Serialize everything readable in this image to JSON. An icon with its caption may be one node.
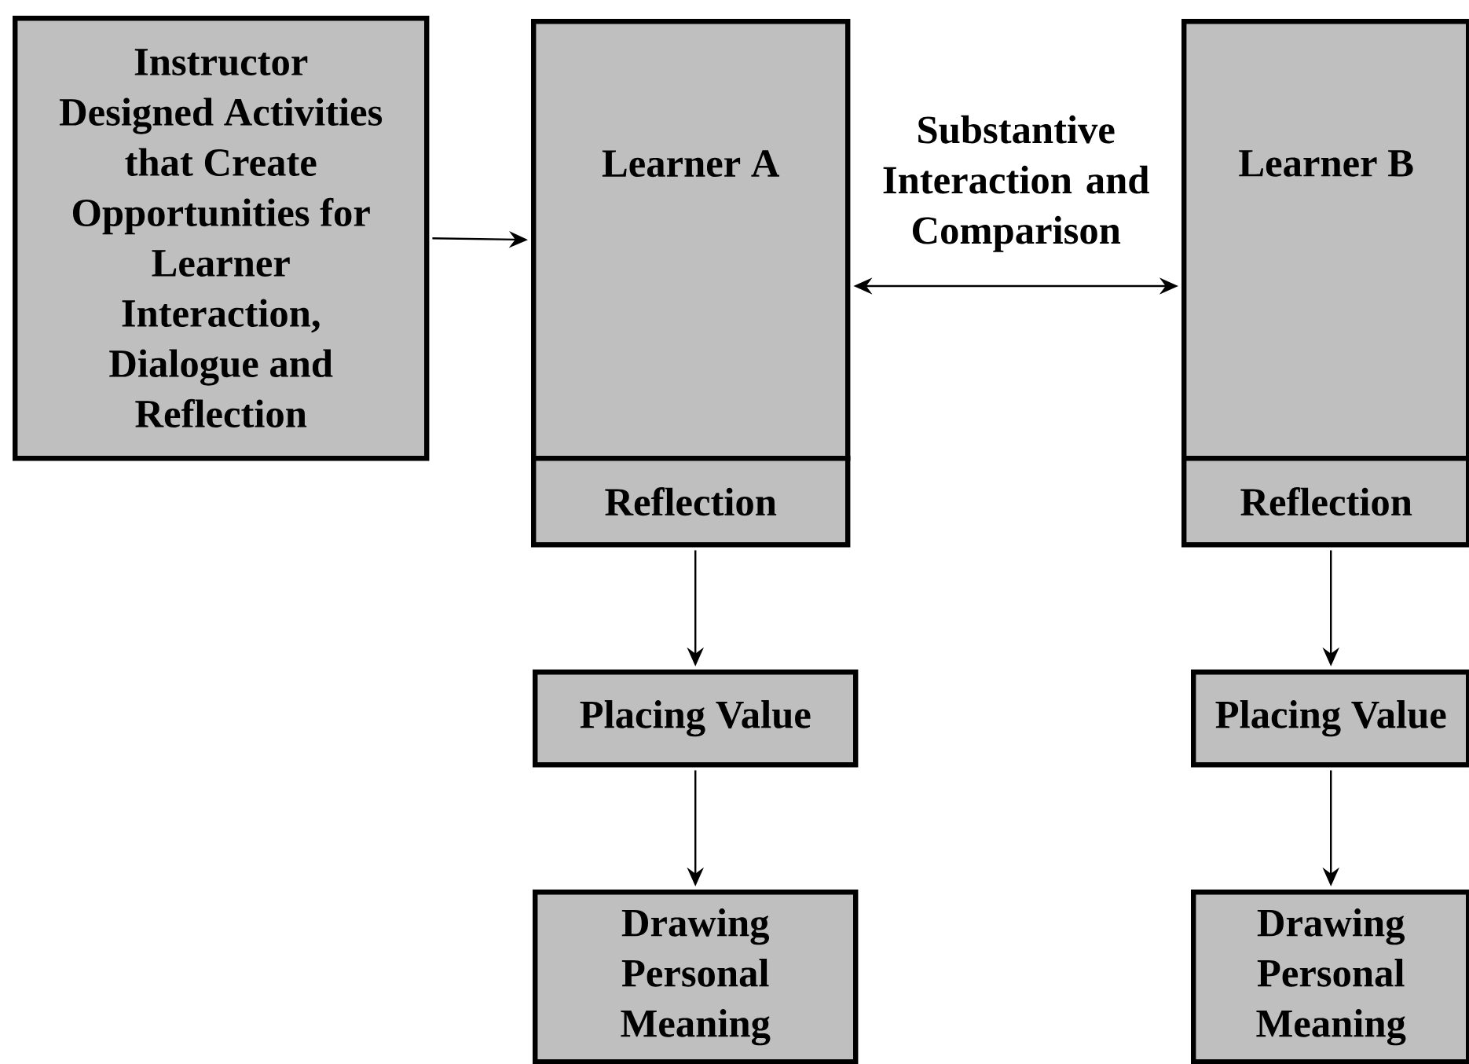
{
  "diagram": {
    "nodes": [
      {
        "text": [
          "Instructor Designed Activities that Create Opportunities for Learner Interaction, Dialogue and Reflection"
        ]
      },
      {
        "text": [
          "Learner A"
        ]
      },
      {
        "text": [
          "Reflection"
        ]
      },
      {
        "text": [
          "Learner B"
        ]
      },
      {
        "text": [
          "Reflection"
        ]
      },
      {
        "text": [
          "Placing Value"
        ]
      },
      {
        "text": [
          "Placing Value"
        ]
      },
      {
        "text": [
          "Drawing Personal Meaning"
        ]
      },
      {
        "text": [
          "Drawing Personal Meaning"
        ]
      }
    ],
    "edges": [
      {
        "from": 0,
        "to": 1,
        "arrow": "to"
      },
      {
        "from": 1,
        "to": 3,
        "arrow": "both",
        "label": "Substantive Interaction and Comparison"
      },
      {
        "from": 2,
        "to": 5,
        "arrow": "to"
      },
      {
        "from": 5,
        "to": 7,
        "arrow": "to"
      },
      {
        "from": 4,
        "to": 6,
        "arrow": "to"
      },
      {
        "from": 6,
        "to": 8,
        "arrow": "to"
      }
    ]
  }
}
